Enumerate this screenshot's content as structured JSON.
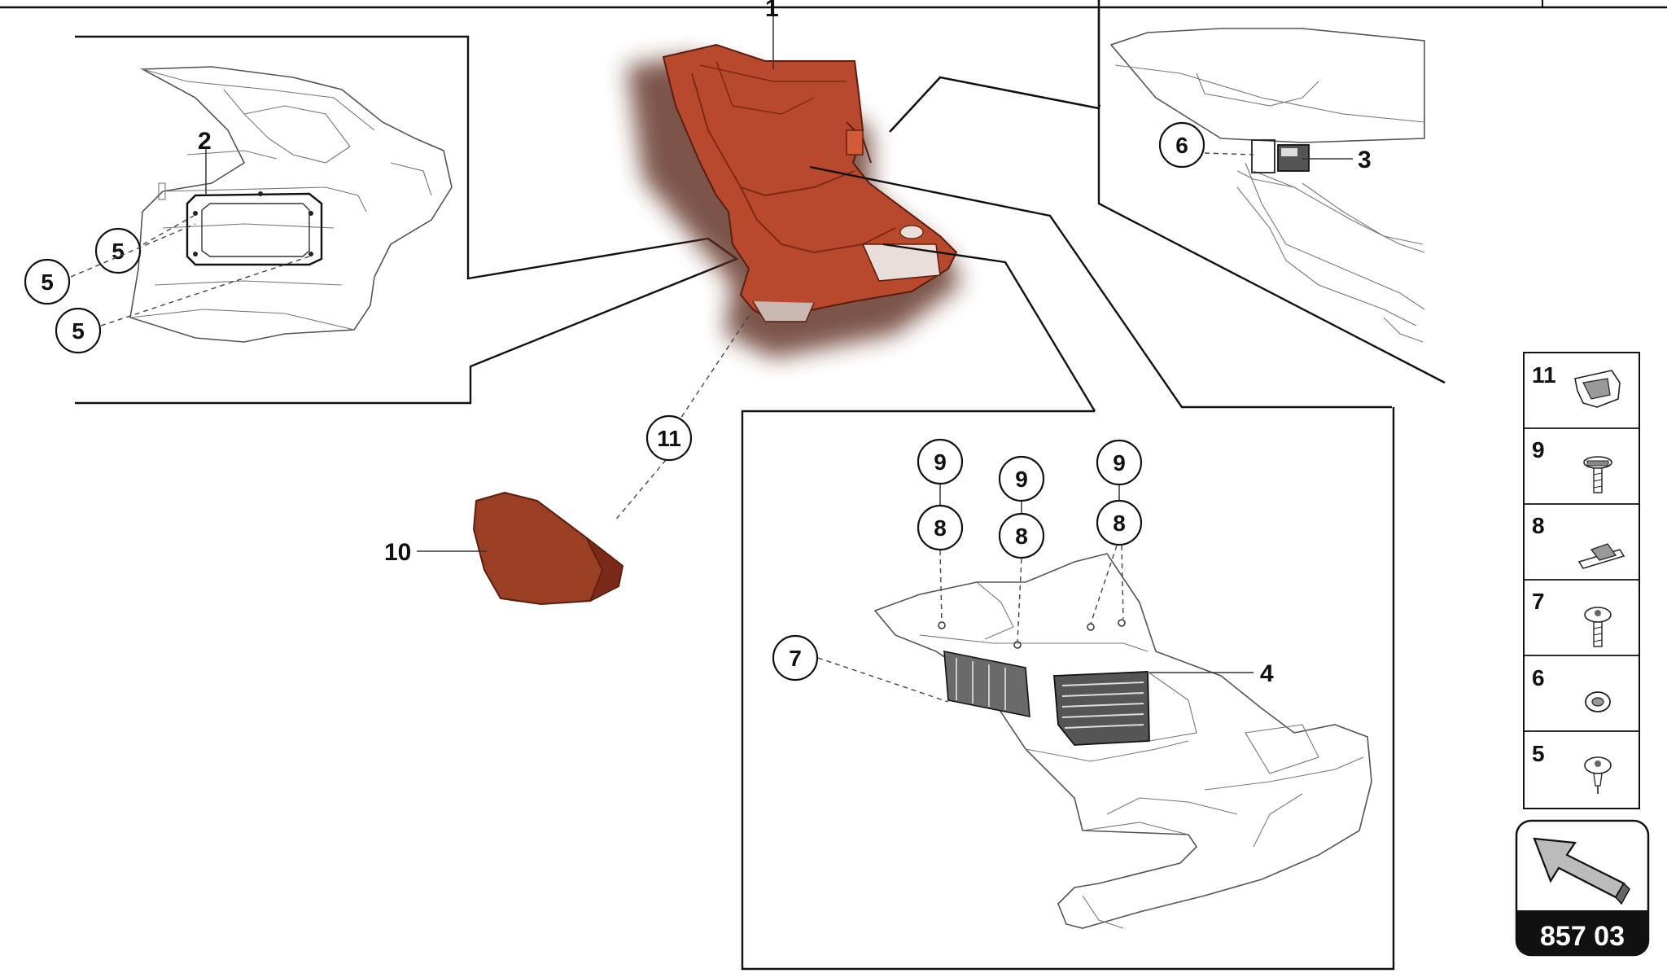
{
  "diagram_code": "857 03",
  "callouts": {
    "c1": "1",
    "c2": "2",
    "c3": "3",
    "c4": "4",
    "c5a": "5",
    "c5b": "5",
    "c5c": "5",
    "c6": "6",
    "c7": "7",
    "c8a": "8",
    "c8b": "8",
    "c8c": "8",
    "c9a": "9",
    "c9b": "9",
    "c9c": "9",
    "c10": "10",
    "c11": "11"
  },
  "legend": [
    {
      "number": "11",
      "icon": "clip-icon"
    },
    {
      "number": "9",
      "icon": "screw-icon"
    },
    {
      "number": "8",
      "icon": "clip-nut-icon"
    },
    {
      "number": "7",
      "icon": "screw-icon"
    },
    {
      "number": "6",
      "icon": "grommet-icon"
    },
    {
      "number": "5",
      "icon": "rivet-icon"
    }
  ],
  "colors": {
    "part_highlight": "#b8492c",
    "part_shadow": "#7a2a16",
    "badge": "#111111"
  }
}
